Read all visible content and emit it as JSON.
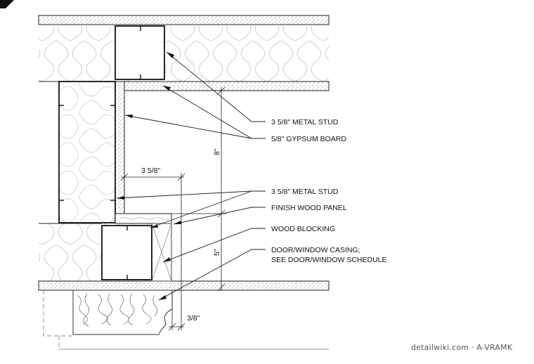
{
  "callouts": {
    "metal_stud_top": "3 5/8\" METAL STUD",
    "gypsum_board": "5/8\" GYPSUM BOARD",
    "metal_stud_bottom": "3 5/8\" METAL STUD",
    "finish_wood_panel": "FINISH WOOD PANEL",
    "wood_blocking": "WOOD BLOCKING",
    "casing_line1": "DOOR/WINDOW CASING;",
    "casing_line2": "SEE DOOR/WINDOW SCHEDULE"
  },
  "dimensions": {
    "stud_width": "3 5/8\"",
    "vertical_upper": "8\"",
    "vertical_lower": "5\"",
    "reveal": "3/8\""
  },
  "credit": "detailwiki.com · A-VRAMK"
}
